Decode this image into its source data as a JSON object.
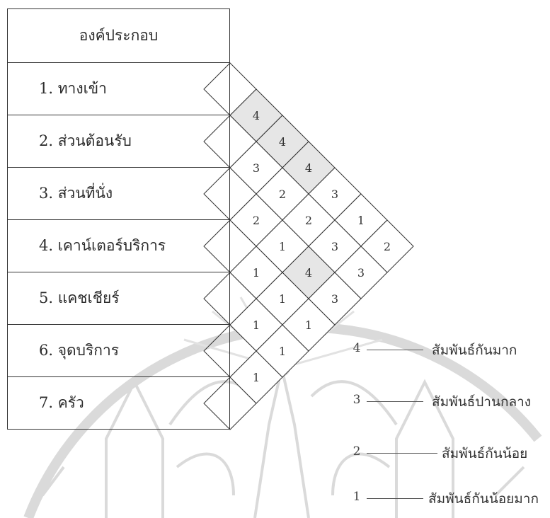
{
  "header": "องค์ประกอบ",
  "components": [
    "1. ทางเข้า",
    "2. ส่วนต้อนรับ",
    "3. ส่วนที่นั่ง",
    "4. เคาน์เตอร์บริการ",
    "5. แคชเชียร์",
    "6. จุดบริการ",
    "7. ครัว"
  ],
  "matrix": [
    {
      "i": 1,
      "j": 2,
      "value": 4,
      "highlight": true
    },
    {
      "i": 2,
      "j": 3,
      "value": 3,
      "highlight": false
    },
    {
      "i": 1,
      "j": 3,
      "value": 4,
      "highlight": true
    },
    {
      "i": 3,
      "j": 4,
      "value": 2,
      "highlight": false
    },
    {
      "i": 2,
      "j": 4,
      "value": 2,
      "highlight": false
    },
    {
      "i": 4,
      "j": 5,
      "value": 1,
      "highlight": false
    },
    {
      "i": 1,
      "j": 4,
      "value": 4,
      "highlight": true
    },
    {
      "i": 3,
      "j": 5,
      "value": 1,
      "highlight": false
    },
    {
      "i": 5,
      "j": 6,
      "value": 1,
      "highlight": false
    },
    {
      "i": 2,
      "j": 5,
      "value": 2,
      "highlight": false
    },
    {
      "i": 4,
      "j": 6,
      "value": 1,
      "highlight": false
    },
    {
      "i": 6,
      "j": 7,
      "value": 1,
      "highlight": false
    },
    {
      "i": 1,
      "j": 5,
      "value": 3,
      "highlight": false
    },
    {
      "i": 3,
      "j": 6,
      "value": 4,
      "highlight": true
    },
    {
      "i": 5,
      "j": 7,
      "value": 1,
      "highlight": false
    },
    {
      "i": 2,
      "j": 6,
      "value": 3,
      "highlight": false
    },
    {
      "i": 4,
      "j": 7,
      "value": 1,
      "highlight": false
    },
    {
      "i": 1,
      "j": 6,
      "value": 1,
      "highlight": false
    },
    {
      "i": 3,
      "j": 7,
      "value": 3,
      "highlight": false
    },
    {
      "i": 2,
      "j": 7,
      "value": 3,
      "highlight": false
    },
    {
      "i": 1,
      "j": 7,
      "value": 2,
      "highlight": false
    }
  ],
  "legend": [
    {
      "value": "4",
      "label": "สัมพันธ์กันมาก"
    },
    {
      "value": "3",
      "label": "สัมพันธ์ปานกลาง"
    },
    {
      "value": "2",
      "label": "สัมพันธ์กันน้อย"
    },
    {
      "value": "1",
      "label": "สัมพันธ์กันน้อยมาก"
    }
  ],
  "colors": {
    "line": "#333333",
    "highlight": "#e6e6e6",
    "watermark": "#d9d9d9"
  }
}
